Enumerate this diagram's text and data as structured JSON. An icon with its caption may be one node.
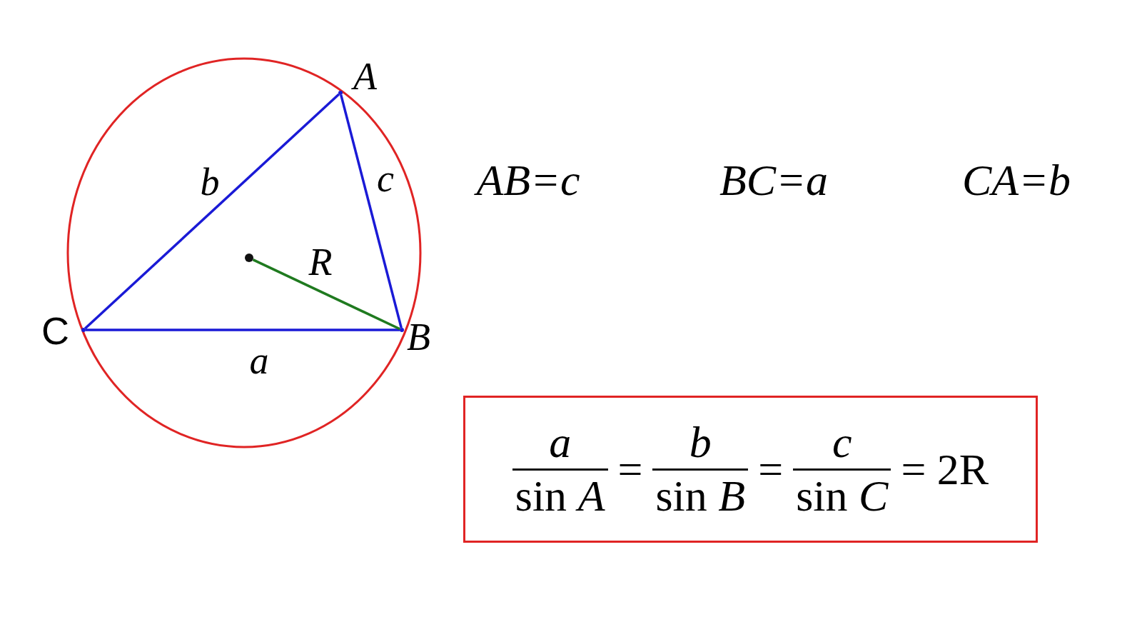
{
  "diagram": {
    "nodes": [
      {
        "text": [],
        "shape": "ellipse"
      },
      {
        "text": [],
        "shape": "point",
        "beside": [
          "A"
        ],
        "in": 0
      },
      {
        "text": [],
        "shape": "point",
        "beside": [
          "B"
        ],
        "in": 0
      },
      {
        "text": [],
        "shape": "point",
        "beside": [
          "C"
        ],
        "in": 0
      },
      {
        "text": [],
        "shape": "dot",
        "in": 0
      },
      {
        "text": [
          "a",
          "sin *A*",
          "=",
          "b",
          "sin *B*",
          "=",
          "c",
          "sin *C*",
          "= 2R"
        ]
      }
    ],
    "edges": [
      {
        "from": 1,
        "to": 3,
        "arrow": "none",
        "label": "b"
      },
      {
        "from": 1,
        "to": 2,
        "arrow": "none",
        "label": "c"
      },
      {
        "from": 3,
        "to": 2,
        "arrow": "none",
        "label": "a"
      },
      {
        "from": 4,
        "to": 2,
        "arrow": "none",
        "label": "R",
        "color": "#1f7a1f"
      }
    ],
    "labels": [
      "AB=c",
      "BC=a",
      "CA=b"
    ]
  }
}
